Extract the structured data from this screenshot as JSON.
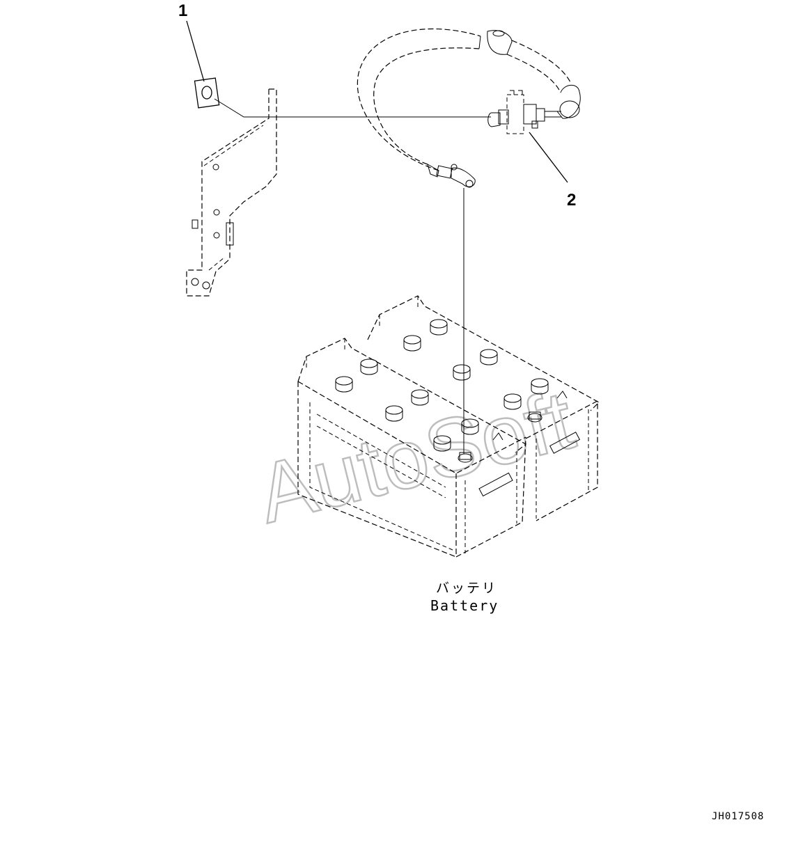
{
  "callouts": {
    "part1": "1",
    "part2": "2"
  },
  "caption": {
    "japanese": "バッテリ",
    "english": "Battery"
  },
  "drawing_id": "JH017508",
  "watermark": "AutoSoft",
  "icons": {
    "washer": "washer-icon",
    "bracket": "bracket-icon",
    "cable": "battery-cable-icon",
    "relay": "relay-icon",
    "battery": "battery-icon"
  },
  "colors": {
    "lines": "#000000",
    "watermark": "#bdbdbd",
    "background": "#ffffff"
  }
}
